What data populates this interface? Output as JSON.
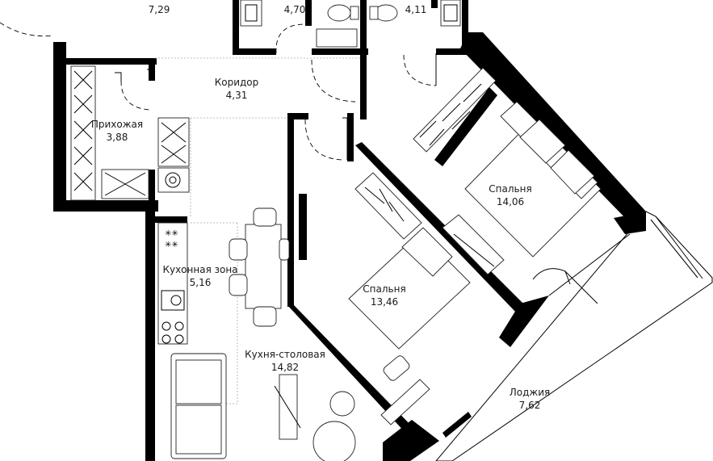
{
  "rooms": [
    {
      "id": "top-left",
      "name": "",
      "area": "7,29"
    },
    {
      "id": "bath1",
      "name": "",
      "area": "4,70"
    },
    {
      "id": "bath2",
      "name": "",
      "area": "4,11"
    },
    {
      "id": "corridor",
      "name": "Коридор",
      "area": "4,31"
    },
    {
      "id": "hall",
      "name": "Прихожая",
      "area": "3,88"
    },
    {
      "id": "kitchen-zone",
      "name": "Кухонная зона",
      "area": "5,16"
    },
    {
      "id": "kitchen-dining",
      "name": "Кухня-столовая",
      "area": "14,82"
    },
    {
      "id": "bedroom1",
      "name": "Спальня",
      "area": "13,46"
    },
    {
      "id": "bedroom2",
      "name": "Спальня",
      "area": "14,06"
    },
    {
      "id": "loggia",
      "name": "Лоджия",
      "area": "7,62"
    }
  ]
}
